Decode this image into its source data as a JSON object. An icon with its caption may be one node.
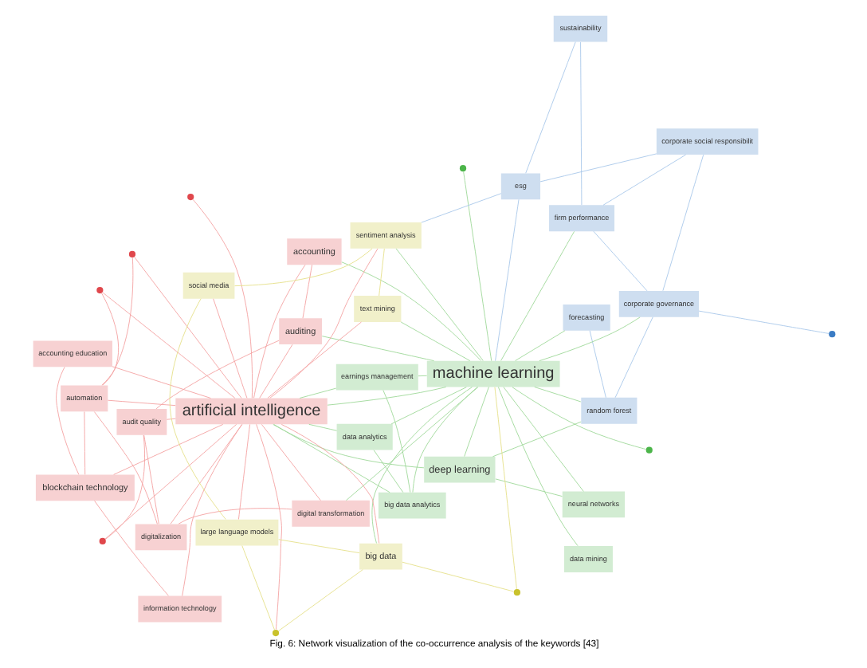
{
  "diagram": {
    "caption": "Fig. 6: Network visualization of the co-occurrence analysis of the keywords [43]",
    "nodes": [
      {
        "text": [
          "earnings management"
        ]
      },
      {
        "text": [
          "neural networks"
        ]
      },
      {
        "text": [
          "data mining"
        ]
      },
      {
        "text": [
          "forecasting"
        ]
      },
      {
        "text": [
          "big data analytics"
        ]
      },
      {
        "text": [
          "deep learning"
        ]
      },
      {
        "text": [
          "data analytics"
        ]
      },
      {
        "text": [
          "random forest"
        ]
      },
      {
        "text": [
          "audit quality"
        ]
      },
      {
        "text": [
          "machine learning"
        ]
      },
      {
        "text": [
          "digital transformation"
        ]
      },
      {
        "text": [
          "auditing"
        ]
      },
      {
        "text": [
          "corporate governance"
        ]
      },
      {
        "text": [
          "text mining"
        ]
      },
      {
        "text": [
          "accounting"
        ]
      },
      {
        "text": [
          "digitalization"
        ]
      },
      {
        "text": [
          "corporate social responsibilit"
        ]
      },
      {
        "text": [
          "firm performance"
        ]
      },
      {
        "text": [
          "artificial intelligence"
        ]
      },
      {
        "text": [
          "automation"
        ]
      },
      {
        "text": [
          "sentiment analysis"
        ]
      },
      {
        "text": [
          "sustainability"
        ]
      },
      {
        "text": [
          "blockchain technology"
        ]
      },
      {
        "text": [
          "esg"
        ]
      },
      {
        "text": [
          "big data"
        ]
      },
      {
        "text": [
          "information technology"
        ]
      },
      {
        "text": [
          "social media"
        ]
      },
      {
        "text": [
          "accounting education"
        ]
      },
      {
        "text": [
          "large language models"
        ]
      },
      {
        "text": [],
        "shape": "circle"
      },
      {
        "text": [],
        "shape": "circle"
      },
      {
        "text": [],
        "shape": "circle"
      },
      {
        "text": [],
        "shape": "circle"
      },
      {
        "text": [],
        "shape": "circle"
      },
      {
        "text": [],
        "shape": "circle"
      },
      {
        "text": [],
        "shape": "circle"
      },
      {
        "text": [],
        "shape": "circle"
      },
      {
        "text": [],
        "shape": "circle"
      }
    ],
    "edges": [
      {
        "from": 9,
        "to": 5,
        "arrow": "none",
        "color": "#9fd89a"
      },
      {
        "from": 9,
        "to": 1,
        "arrow": "none",
        "color": "#9fd89a"
      },
      {
        "from": 9,
        "to": 2,
        "arrow": "none",
        "color": "#9fd89a"
      },
      {
        "from": 9,
        "to": 4,
        "arrow": "none",
        "color": "#9fd89a"
      },
      {
        "from": 9,
        "to": 6,
        "arrow": "none",
        "color": "#9fd89a"
      },
      {
        "from": 9,
        "to": 0,
        "arrow": "none",
        "color": "#9fd89a"
      },
      {
        "from": 9,
        "to": 18,
        "arrow": "none",
        "color": "#9fd89a"
      },
      {
        "from": 9,
        "to": 14,
        "arrow": "none",
        "color": "#9fd89a"
      },
      {
        "from": 9,
        "to": 11,
        "arrow": "none",
        "color": "#9fd89a"
      },
      {
        "from": 9,
        "to": 7,
        "arrow": "none",
        "color": "#9fd89a"
      },
      {
        "from": 9,
        "to": 3,
        "arrow": "none",
        "color": "#9fd89a"
      },
      {
        "from": 9,
        "to": 12,
        "arrow": "none",
        "color": "#9fd89a"
      },
      {
        "from": 9,
        "to": 13,
        "arrow": "none",
        "color": "#9fd89a"
      },
      {
        "from": 9,
        "to": 20,
        "arrow": "none",
        "color": "#9fd89a"
      },
      {
        "from": 9,
        "to": 24,
        "arrow": "none",
        "color": "#9fd89a"
      },
      {
        "from": 9,
        "to": 30,
        "arrow": "none",
        "color": "#9fd89a"
      },
      {
        "from": 9,
        "to": 31,
        "arrow": "none",
        "color": "#9fd89a"
      },
      {
        "from": 9,
        "to": 10,
        "arrow": "none",
        "color": "#9fd89a"
      },
      {
        "from": 9,
        "to": 17,
        "arrow": "none",
        "color": "#9fd89a"
      },
      {
        "from": 5,
        "to": 1,
        "arrow": "none",
        "color": "#9fd89a"
      },
      {
        "from": 5,
        "to": 7,
        "arrow": "none",
        "color": "#9fd89a"
      },
      {
        "from": 5,
        "to": 18,
        "arrow": "none",
        "color": "#9fd89a"
      },
      {
        "from": 4,
        "to": 6,
        "arrow": "none",
        "color": "#9fd89a"
      },
      {
        "from": 4,
        "to": 0,
        "arrow": "none",
        "color": "#9fd89a"
      },
      {
        "from": 4,
        "to": 18,
        "arrow": "none",
        "color": "#9fd89a"
      },
      {
        "from": 6,
        "to": 18,
        "arrow": "none",
        "color": "#9fd89a"
      },
      {
        "from": 0,
        "to": 18,
        "arrow": "none",
        "color": "#9fd89a"
      },
      {
        "from": 18,
        "to": 11,
        "arrow": "none",
        "color": "#f4a3a3"
      },
      {
        "from": 18,
        "to": 14,
        "arrow": "none",
        "color": "#f4a3a3"
      },
      {
        "from": 18,
        "to": 10,
        "arrow": "none",
        "color": "#f4a3a3"
      },
      {
        "from": 18,
        "to": 15,
        "arrow": "none",
        "color": "#f4a3a3"
      },
      {
        "from": 18,
        "to": 19,
        "arrow": "none",
        "color": "#f4a3a3"
      },
      {
        "from": 18,
        "to": 22,
        "arrow": "none",
        "color": "#f4a3a3"
      },
      {
        "from": 18,
        "to": 25,
        "arrow": "none",
        "color": "#f4a3a3"
      },
      {
        "from": 18,
        "to": 27,
        "arrow": "none",
        "color": "#f4a3a3"
      },
      {
        "from": 18,
        "to": 24,
        "arrow": "none",
        "color": "#f4a3a3"
      },
      {
        "from": 18,
        "to": 8,
        "arrow": "none",
        "color": "#f4a3a3"
      },
      {
        "from": 18,
        "to": 32,
        "arrow": "none",
        "color": "#f4a3a3"
      },
      {
        "from": 18,
        "to": 33,
        "arrow": "none",
        "color": "#f4a3a3"
      },
      {
        "from": 18,
        "to": 36,
        "arrow": "none",
        "color": "#f4a3a3"
      },
      {
        "from": 18,
        "to": 37,
        "arrow": "none",
        "color": "#f4a3a3"
      },
      {
        "from": 18,
        "to": 28,
        "arrow": "none",
        "color": "#f4a3a3"
      },
      {
        "from": 18,
        "to": 29,
        "arrow": "none",
        "color": "#f4a3a3"
      },
      {
        "from": 18,
        "to": 20,
        "arrow": "none",
        "color": "#f4a3a3"
      },
      {
        "from": 18,
        "to": 26,
        "arrow": "none",
        "color": "#f4a3a3"
      },
      {
        "from": 18,
        "to": 13,
        "arrow": "none",
        "color": "#f4a3a3"
      },
      {
        "from": 11,
        "to": 8,
        "arrow": "none",
        "color": "#f4a3a3"
      },
      {
        "from": 11,
        "to": 14,
        "arrow": "none",
        "color": "#f4a3a3"
      },
      {
        "from": 10,
        "to": 15,
        "arrow": "none",
        "color": "#f4a3a3"
      },
      {
        "from": 15,
        "to": 19,
        "arrow": "none",
        "color": "#f4a3a3"
      },
      {
        "from": 15,
        "to": 8,
        "arrow": "none",
        "color": "#f4a3a3"
      },
      {
        "from": 22,
        "to": 25,
        "arrow": "none",
        "color": "#f4a3a3"
      },
      {
        "from": 22,
        "to": 19,
        "arrow": "none",
        "color": "#f4a3a3"
      },
      {
        "from": 22,
        "to": 27,
        "arrow": "none",
        "color": "#f4a3a3"
      },
      {
        "from": 33,
        "to": 19,
        "arrow": "none",
        "color": "#f4a3a3"
      },
      {
        "from": 32,
        "to": 8,
        "arrow": "none",
        "color": "#f4a3a3"
      },
      {
        "from": 36,
        "to": 19,
        "arrow": "none",
        "color": "#f4a3a3"
      },
      {
        "from": 12,
        "to": 16,
        "arrow": "none",
        "color": "#a9c8ea"
      },
      {
        "from": 12,
        "to": 17,
        "arrow": "none",
        "color": "#a9c8ea"
      },
      {
        "from": 16,
        "to": 17,
        "arrow": "none",
        "color": "#a9c8ea"
      },
      {
        "from": 17,
        "to": 21,
        "arrow": "none",
        "color": "#a9c8ea"
      },
      {
        "from": 21,
        "to": 23,
        "arrow": "none",
        "color": "#a9c8ea"
      },
      {
        "from": 23,
        "to": 16,
        "arrow": "none",
        "color": "#a9c8ea"
      },
      {
        "from": 12,
        "to": 34,
        "arrow": "none",
        "color": "#a9c8ea"
      },
      {
        "from": 7,
        "to": 3,
        "arrow": "none",
        "color": "#a9c8ea"
      },
      {
        "from": 12,
        "to": 7,
        "arrow": "none",
        "color": "#a9c8ea"
      },
      {
        "from": 23,
        "to": 9,
        "arrow": "none",
        "color": "#a9c8ea"
      },
      {
        "from": 23,
        "to": 20,
        "arrow": "none",
        "color": "#a9c8ea"
      },
      {
        "from": 24,
        "to": 28,
        "arrow": "none",
        "color": "#e6e08a"
      },
      {
        "from": 24,
        "to": 29,
        "arrow": "none",
        "color": "#e6e08a"
      },
      {
        "from": 28,
        "to": 29,
        "arrow": "none",
        "color": "#e6e08a"
      },
      {
        "from": 20,
        "to": 26,
        "arrow": "none",
        "color": "#e6e08a"
      },
      {
        "from": 26,
        "to": 28,
        "arrow": "none",
        "color": "#e6e08a"
      },
      {
        "from": 13,
        "to": 20,
        "arrow": "none",
        "color": "#e6e08a"
      },
      {
        "from": 35,
        "to": 24,
        "arrow": "none",
        "color": "#e6e08a"
      },
      {
        "from": 35,
        "to": 9,
        "arrow": "none",
        "color": "#e6e08a"
      }
    ]
  }
}
